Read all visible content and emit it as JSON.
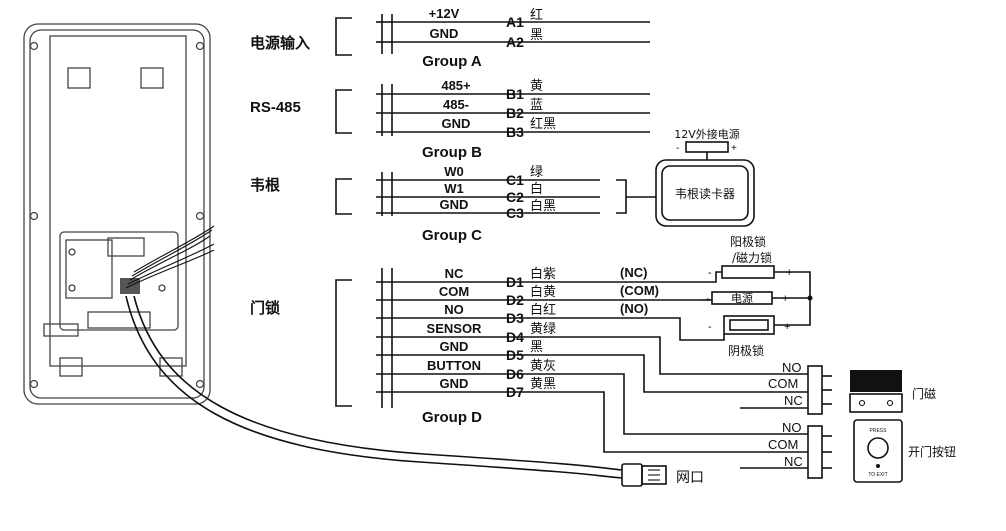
{
  "sections": {
    "power": "电源输入",
    "rs485": "RS-485",
    "wiegand": "韦根",
    "lock": "门锁"
  },
  "groups": {
    "a": "Group A",
    "b": "Group B",
    "c": "Group C",
    "d": "Group D"
  },
  "wires": {
    "a": [
      {
        "signal": "+12V",
        "pin": "A1",
        "color": "红"
      },
      {
        "signal": "GND",
        "pin": "A2",
        "color": "黑"
      }
    ],
    "b": [
      {
        "signal": "485+",
        "pin": "B1",
        "color": "黄"
      },
      {
        "signal": "485-",
        "pin": "B2",
        "color": "蓝"
      },
      {
        "signal": "GND",
        "pin": "B3",
        "color": "红黑"
      }
    ],
    "c": [
      {
        "signal": "W0",
        "pin": "C1",
        "color": "绿"
      },
      {
        "signal": "W1",
        "pin": "C2",
        "color": "白"
      },
      {
        "signal": "GND",
        "pin": "C3",
        "color": "白黑"
      }
    ],
    "d": [
      {
        "signal": "NC",
        "pin": "D1",
        "color": "白紫",
        "note": "(NC)"
      },
      {
        "signal": "COM",
        "pin": "D2",
        "color": "白黄",
        "note": "(COM)"
      },
      {
        "signal": "NO",
        "pin": "D3",
        "color": "白红",
        "note": "(NO)"
      },
      {
        "signal": "SENSOR",
        "pin": "D4",
        "color": "黄绿"
      },
      {
        "signal": "GND",
        "pin": "D5",
        "color": "黑"
      },
      {
        "signal": "BUTTON",
        "pin": "D6",
        "color": "黄灰"
      },
      {
        "signal": "GND",
        "pin": "D7",
        "color": "黄黑"
      }
    ]
  },
  "devices": {
    "ext_power": "12V外接电源",
    "wiegand_reader": "韦根读卡器",
    "lock_line1": "阳极锁",
    "lock_line2": "/磁力锁",
    "power_supply": "电源",
    "cathode_lock": "阴极锁",
    "door_sensor": "门磁",
    "exit_button": "开门按钮",
    "button_face_top": "PRESS",
    "button_face_bottom": "TO EXIT",
    "network_port": "网口"
  },
  "terminals": {
    "no": "NO",
    "com": "COM",
    "nc": "NC"
  },
  "polarity": {
    "minus": "-",
    "plus": "+"
  }
}
